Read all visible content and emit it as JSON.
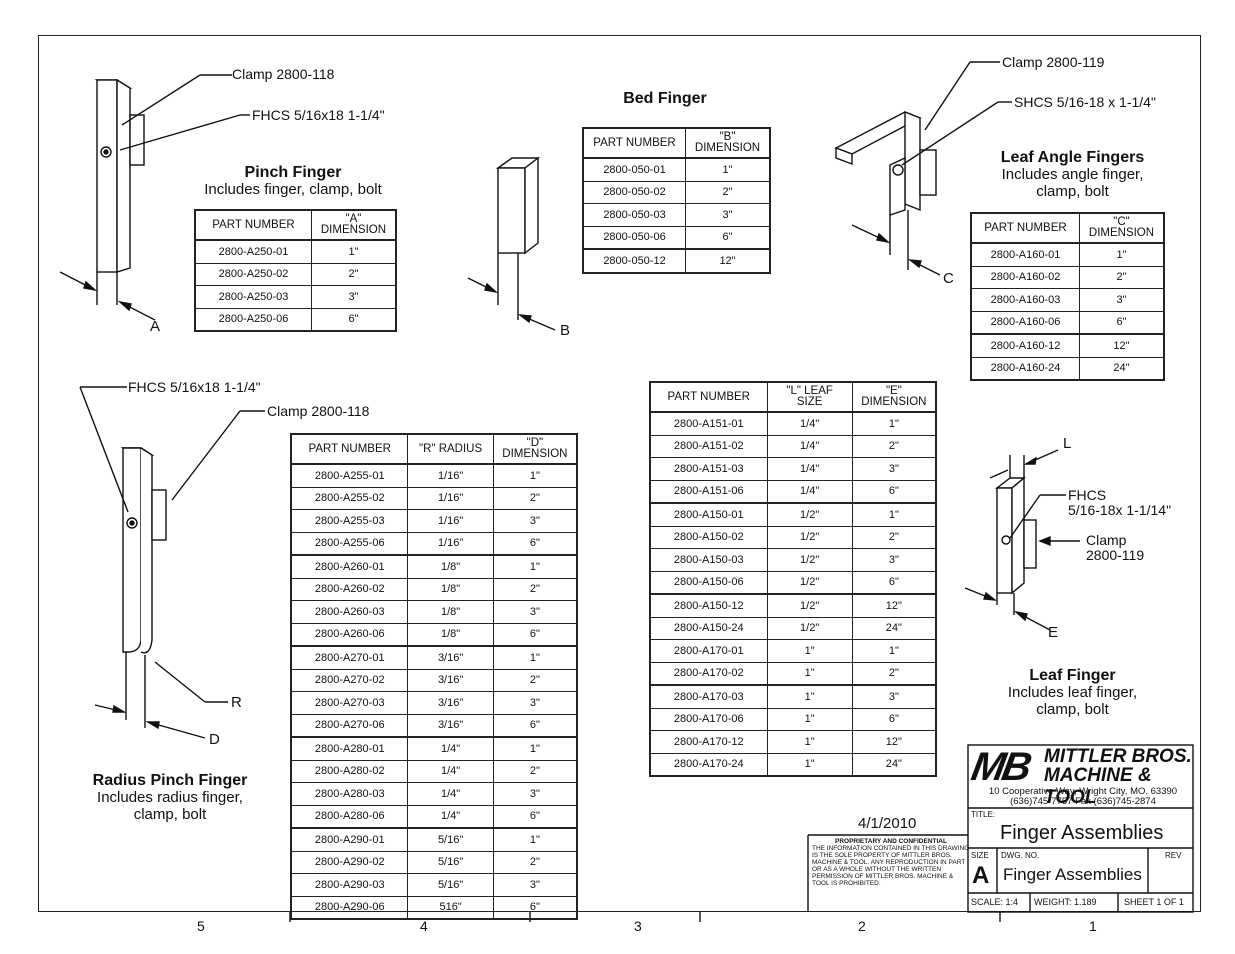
{
  "zones": [
    "5",
    "4",
    "3",
    "2",
    "1"
  ],
  "callouts": {
    "clamp_118_top": "Clamp 2800-118",
    "fhcs_top": "FHCS 5/16x18 1-1/4\"",
    "dim_a": "A",
    "dim_b": "B",
    "clamp_119_top": "Clamp 2800-119",
    "shcs": "SHCS 5/16-18 x 1-1/4\"",
    "dim_c": "C",
    "fhcs_left": "FHCS 5/16x18 1-1/4\"",
    "clamp_118_left": "Clamp 2800-118",
    "dim_r": "R",
    "dim_d": "D",
    "dim_l": "L",
    "fhcs_leaf_1": "FHCS",
    "fhcs_leaf_2": "5/16-18x 1-1/14\"",
    "clamp_leaf_1": "Clamp",
    "clamp_leaf_2": "2800-119",
    "dim_e": "E"
  },
  "pinch": {
    "title": "Pinch Finger",
    "subtitle": "Includes finger, clamp, bolt",
    "headers": [
      "PART NUMBER",
      "\"A\"\nDIMENSION"
    ],
    "rows": [
      [
        "2800-A250-01",
        "1\""
      ],
      [
        "2800-A250-02",
        "2\""
      ],
      [
        "2800-A250-03",
        "3\""
      ],
      [
        "2800-A250-06",
        "6\""
      ]
    ]
  },
  "bed": {
    "title": "Bed Finger",
    "headers": [
      "PART NUMBER",
      "\"B\"\nDIMENSION"
    ],
    "rows": [
      [
        "2800-050-01",
        "1\""
      ],
      [
        "2800-050-02",
        "2\""
      ],
      [
        "2800-050-03",
        "3\""
      ],
      [
        "2800-050-06",
        "6\""
      ],
      [
        "2800-050-12",
        "12\""
      ]
    ]
  },
  "angle": {
    "title": "Leaf Angle Fingers",
    "subtitle1": "Includes angle finger,",
    "subtitle2": "clamp, bolt",
    "headers": [
      "PART NUMBER",
      "\"C\"\nDIMENSION"
    ],
    "rows": [
      [
        "2800-A160-01",
        "1\""
      ],
      [
        "2800-A160-02",
        "2\""
      ],
      [
        "2800-A160-03",
        "3\""
      ],
      [
        "2800-A160-06",
        "6\""
      ],
      [
        "2800-A160-12",
        "12\""
      ],
      [
        "2800-A160-24",
        "24\""
      ]
    ]
  },
  "radius": {
    "title": "Radius Pinch Finger",
    "subtitle1": "Includes radius finger,",
    "subtitle2": "clamp, bolt",
    "headers": [
      "PART NUMBER",
      "\"R\" RADIUS",
      "\"D\"\nDIMENSION"
    ],
    "rows": [
      [
        "2800-A255-01",
        "1/16\"",
        "1\""
      ],
      [
        "2800-A255-02",
        "1/16\"",
        "2\""
      ],
      [
        "2800-A255-03",
        "1/16\"",
        "3\""
      ],
      [
        "2800-A255-06",
        "1/16\"",
        "6\""
      ],
      [
        "2800-A260-01",
        "1/8\"",
        "1\""
      ],
      [
        "2800-A260-02",
        "1/8\"",
        "2\""
      ],
      [
        "2800-A260-03",
        "1/8\"",
        "3\""
      ],
      [
        "2800-A260-06",
        "1/8\"",
        "6\""
      ],
      [
        "2800-A270-01",
        "3/16\"",
        "1\""
      ],
      [
        "2800-A270-02",
        "3/16\"",
        "2\""
      ],
      [
        "2800-A270-03",
        "3/16\"",
        "3\""
      ],
      [
        "2800-A270-06",
        "3/16\"",
        "6\""
      ],
      [
        "2800-A280-01",
        "1/4\"",
        "1\""
      ],
      [
        "2800-A280-02",
        "1/4\"",
        "2\""
      ],
      [
        "2800-A280-03",
        "1/4\"",
        "3\""
      ],
      [
        "2800-A280-06",
        "1/4\"",
        "6\""
      ],
      [
        "2800-A290-01",
        "5/16\"",
        "1\""
      ],
      [
        "2800-A290-02",
        "5/16\"",
        "2\""
      ],
      [
        "2800-A290-03",
        "5/16\"",
        "3\""
      ],
      [
        "2800-A290-06",
        "516\"",
        "6\""
      ]
    ]
  },
  "leaf": {
    "title": "Leaf Finger",
    "subtitle1": "Includes leaf finger,",
    "subtitle2": "clamp, bolt",
    "headers": [
      "PART NUMBER",
      "\"L\" LEAF\nSIZE",
      "\"E\"\nDIMENSION"
    ],
    "rows": [
      [
        "2800-A151-01",
        "1/4\"",
        "1\""
      ],
      [
        "2800-A151-02",
        "1/4\"",
        "2\""
      ],
      [
        "2800-A151-03",
        "1/4\"",
        "3\""
      ],
      [
        "2800-A151-06",
        "1/4\"",
        "6\""
      ],
      [
        "2800-A150-01",
        "1/2\"",
        "1\""
      ],
      [
        "2800-A150-02",
        "1/2\"",
        "2\""
      ],
      [
        "2800-A150-03",
        "1/2\"",
        "3\""
      ],
      [
        "2800-A150-06",
        "1/2\"",
        "6\""
      ],
      [
        "2800-A150-12",
        "1/2\"",
        "12\""
      ],
      [
        "2800-A150-24",
        "1/2\"",
        "24\""
      ],
      [
        "2800-A170-01",
        "1\"",
        "1\""
      ],
      [
        "2800-A170-02",
        "1\"",
        "2\""
      ],
      [
        "2800-A170-03",
        "1\"",
        "3\""
      ],
      [
        "2800-A170-06",
        "1\"",
        "6\""
      ],
      [
        "2800-A170-12",
        "1\"",
        "12\""
      ],
      [
        "2800-A170-24",
        "1\"",
        "24\""
      ]
    ]
  },
  "title_block": {
    "logo_mark": "MB",
    "company1": "MITTLER BROS.",
    "company2": "MACHINE & TOOL",
    "address1": "10 Cooperative Way, Wright City, MO. 63390",
    "address2": "(636)745-7757  Fax (636)745-2874",
    "date": "4/1/2010",
    "title_label": "TITLE:",
    "title": "Finger Assemblies",
    "size_label": "SIZE",
    "size": "A",
    "dwg_label": "DWG.  NO.",
    "dwg": "Finger Assemblies",
    "rev_label": "REV",
    "scale": "SCALE: 1:4",
    "weight": "WEIGHT: 1.189",
    "sheet": "SHEET 1 OF 1",
    "prop_heading": "PROPRIETARY AND CONFIDENTIAL",
    "prop_text": "THE INFORMATION CONTAINED IN THIS DRAWING IS THE SOLE PROPERTY OF MITTLER BROS. MACHINE & TOOL. ANY REPRODUCTION IN PART OR AS A WHOLE WITHOUT THE WRITTEN PERMISSION OF MITTLER BROS. MACHINE & TOOL IS PROHIBITED."
  }
}
